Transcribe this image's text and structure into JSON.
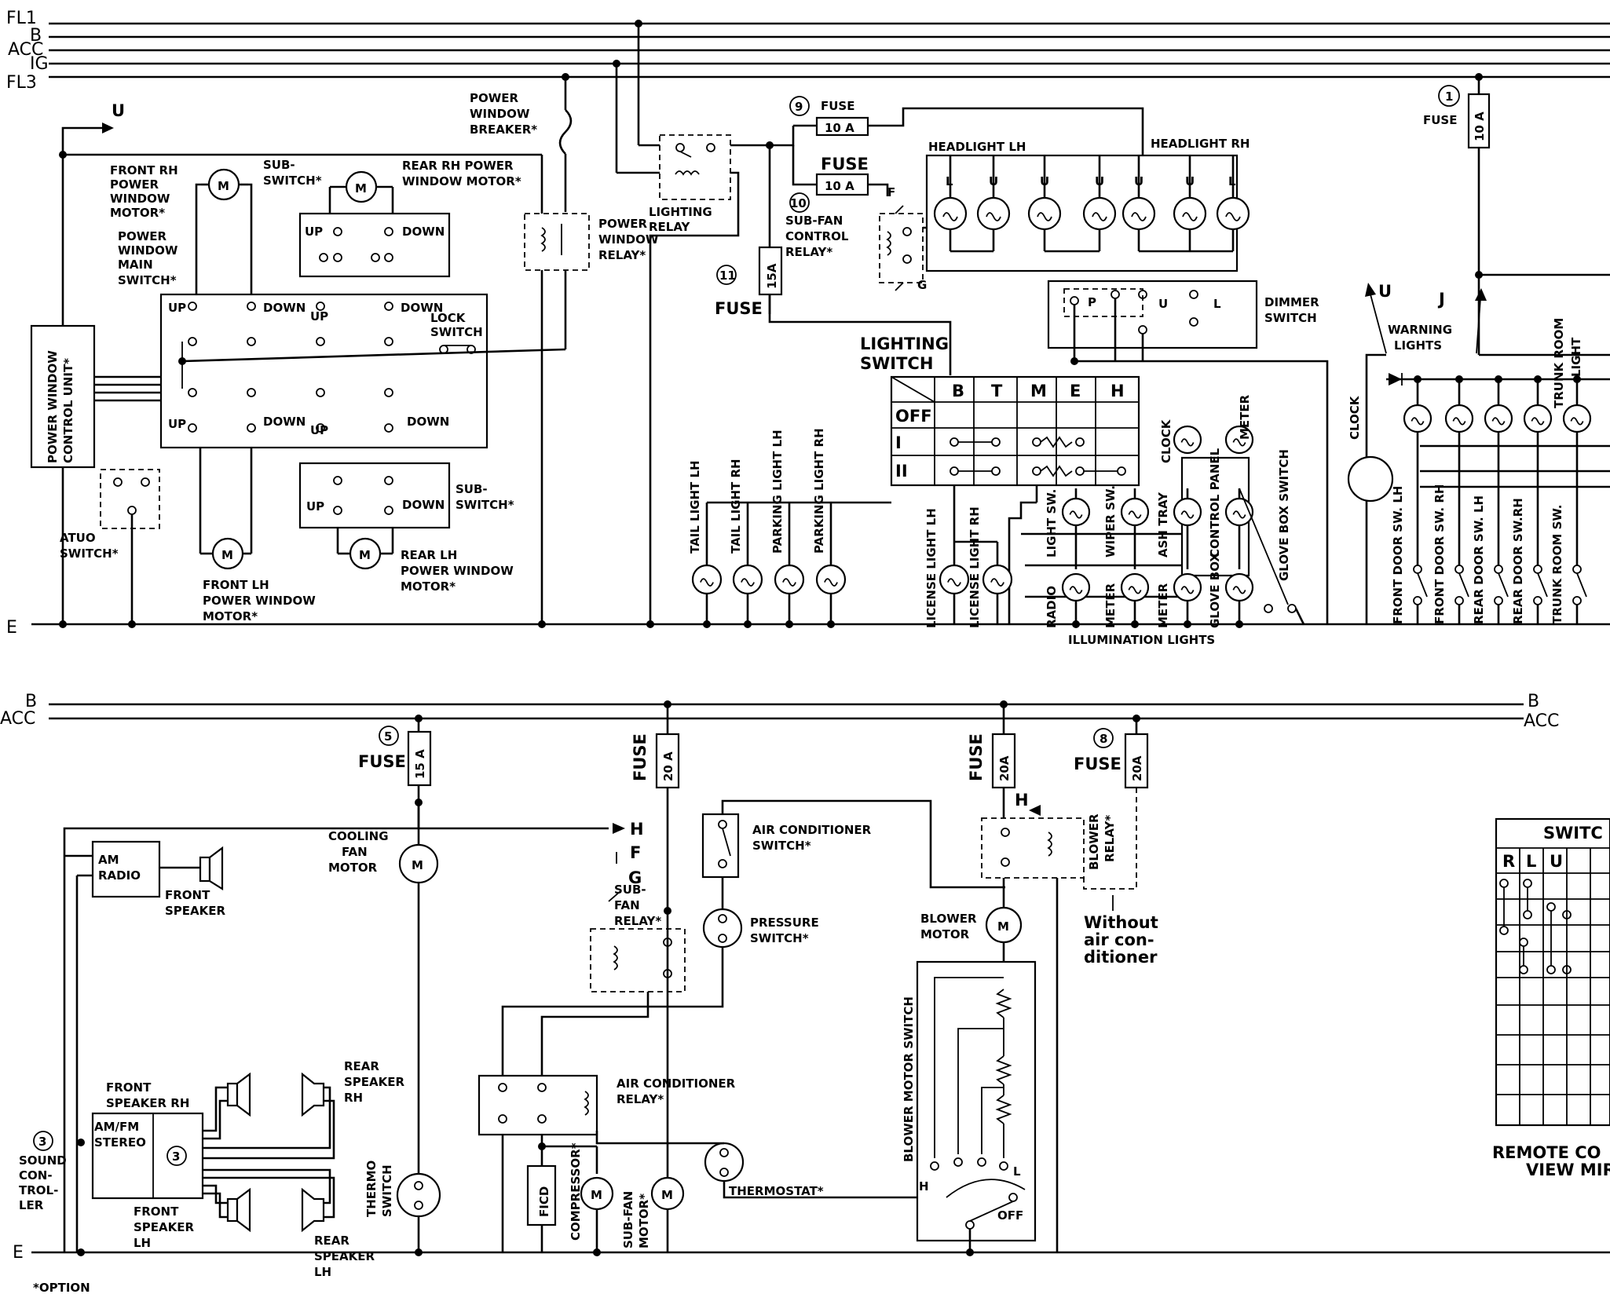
{
  "rails": {
    "fl1": "FL1",
    "b": "B",
    "acc": "ACC",
    "ig": "IG",
    "fl3": "FL3",
    "e": "E",
    "b2": "B",
    "acc2": "ACC",
    "e2": "E",
    "b3": "B",
    "acc3": "ACC"
  },
  "power_window": {
    "u_arrow": "U",
    "front_rh_motor": [
      "FRONT RH",
      "POWER",
      "WINDOW",
      "MOTOR*"
    ],
    "sub_switch_top": [
      "SUB-",
      "SWITCH*"
    ],
    "rear_rh_motor": [
      "REAR RH POWER",
      "WINDOW MOTOR*"
    ],
    "breaker": [
      "POWER",
      "WINDOW",
      "BREAKER*"
    ],
    "relay": [
      "POWER",
      "WINDOW",
      "RELAY*"
    ],
    "main_switch": [
      "POWER",
      "WINDOW",
      "MAIN",
      "SWITCH*"
    ],
    "control_unit": [
      "POWER WINDOW",
      "CONTROL UNIT*"
    ],
    "lock_switch": [
      "LOCK",
      "SWITCH"
    ],
    "auto_switch": [
      "ATUO",
      "SWITCH*"
    ],
    "front_lh_motor": [
      "FRONT LH",
      "POWER WINDOW",
      "MOTOR*"
    ],
    "rear_lh_motor": [
      "REAR LH",
      "POWER WINDOW",
      "MOTOR*"
    ],
    "sub_switch_bottom": [
      "SUB-",
      "SWITCH*"
    ],
    "up": "UP",
    "down": "DOWN",
    "m": "M"
  },
  "lighting": {
    "lighting_relay": [
      "LIGHTING",
      "RELAY"
    ],
    "fuse_9": {
      "num": "9",
      "label": "FUSE",
      "rating": "10 A"
    },
    "fuse_10": {
      "num": "10",
      "label": "FUSE",
      "rating": "10 A"
    },
    "fuse_11": {
      "num": "11",
      "label": "FUSE",
      "rating": "15A"
    },
    "sub_fan_relay": [
      "SUB-FAN",
      "CONTROL",
      "RELAY*"
    ],
    "f_label": "F",
    "g_label": "G",
    "headlight_lh": "HEADLIGHT LH",
    "headlight_rh": "HEADLIGHT RH",
    "hl_terms": [
      "L",
      "U",
      "U",
      "U",
      "U",
      "U",
      "L"
    ],
    "dimmer_switch": [
      "DIMMER",
      "SWITCH"
    ],
    "dimmer_terms": [
      "P",
      "U",
      "L"
    ],
    "lighting_switch": [
      "LIGHTING",
      "SWITCH"
    ],
    "switch_cols": [
      "B",
      "T",
      "M",
      "E",
      "H"
    ],
    "switch_rows": [
      "OFF",
      "I",
      "II"
    ],
    "tail_lights": [
      "TAIL LIGHT LH",
      "TAIL LIGHT RH",
      "PARKING LIGHT LH",
      "PARKING LIGHT RH"
    ],
    "license_lights": [
      "LICENSE LIGHT LH",
      "LICENSE LIGHT RH"
    ],
    "illum_upper": [
      "LIGHT SW.",
      "WIPER SW.",
      "ASH TRAY",
      "CONTROL PANEL",
      "METER"
    ],
    "illum_lower": [
      "RADIO",
      "METER",
      "METER",
      "GLOVE BOX"
    ],
    "clock_label": "CLOCK",
    "glove_box_switch": "GLOVE BOX SWITCH",
    "illumination_lights": "ILLUMINATION LIGHTS"
  },
  "warning": {
    "fuse_1": {
      "num": "1",
      "label": "FUSE",
      "rating": "10 A"
    },
    "u": "U",
    "j": "J",
    "warning_lights": [
      "WARNING",
      "LIGHTS"
    ],
    "clock": "CLOCK",
    "trunk_room_light": [
      "TRUNK ROOM",
      "LIGHT"
    ],
    "door_switches": [
      "FRONT DOOR SW. LH",
      "FRONT DOOR SW. RH",
      "REAR DOOR SW. LH",
      "REAR DOOR SW.RH",
      "TRUNK ROOM SW."
    ]
  },
  "audio": {
    "fuse_5": {
      "num": "5",
      "label": "FUSE",
      "rating": "15 A"
    },
    "am_radio": [
      "AM",
      "RADIO"
    ],
    "front_speaker": [
      "FRONT",
      "SPEAKER"
    ],
    "sound_controller": [
      "SOUND",
      "CON-",
      "TROL-",
      "LER"
    ],
    "sound_num": "3",
    "stereo": [
      "AM/FM",
      "STEREO"
    ],
    "front_speaker_rh": [
      "FRONT",
      "SPEAKER RH"
    ],
    "front_speaker_lh": [
      "FRONT",
      "SPEAKER",
      "LH"
    ],
    "rear_speaker_rh": [
      "REAR",
      "SPEAKER",
      "RH"
    ],
    "rear_speaker_lh": [
      "REAR",
      "SPEAKER",
      "LH"
    ],
    "option": "*OPTION"
  },
  "cooling": {
    "cooling_fan": [
      "COOLING",
      "FAN",
      "MOTOR"
    ],
    "thermo_switch": [
      "THERMO",
      "SWITCH"
    ],
    "fuse_20a_a": {
      "label": "FUSE",
      "rating": "20 A"
    },
    "h": "H",
    "f": "F",
    "g": "G",
    "sub_fan_relay": [
      "SUB-",
      "FAN",
      "RELAY*"
    ],
    "ac_switch": [
      "AIR CONDITIONER",
      "SWITCH*"
    ],
    "pressure_switch": [
      "PRESSURE",
      "SWITCH*"
    ],
    "ac_relay": [
      "AIR CONDITIONER",
      "RELAY*"
    ],
    "ficd": "FICD",
    "compressor": "COMPRESSOR*",
    "sub_fan_motor": [
      "SUB-FAN",
      "MOTOR*"
    ],
    "thermostat": "THERMOSTAT*"
  },
  "blower": {
    "fuse_20a_b": {
      "label": "FUSE",
      "rating": "20A"
    },
    "fuse_8": {
      "num": "8",
      "label": "FUSE",
      "rating": "20A"
    },
    "blower_relay": [
      "BLOWER",
      "RELAY*"
    ],
    "without_ac": [
      "Without",
      "air con-",
      "ditioner"
    ],
    "blower_motor": [
      "BLOWER",
      "MOTOR"
    ],
    "blower_switch": "BLOWER MOTOR SWITCH",
    "positions": [
      "H",
      "L",
      "OFF"
    ]
  },
  "mirror": {
    "switch_header": "SWITC",
    "cols": [
      "R",
      "L",
      "U"
    ],
    "caption": [
      "REMOTE CO",
      "VIEW MIR"
    ]
  }
}
